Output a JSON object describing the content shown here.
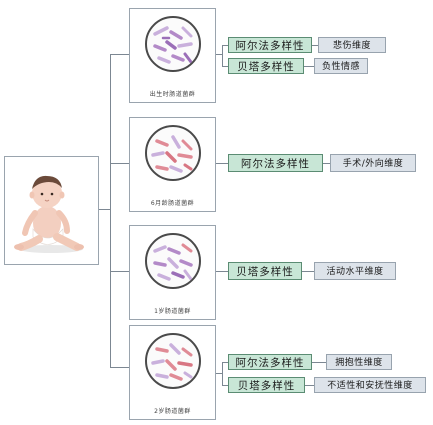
{
  "stages": [
    {
      "caption": "出生时肠道菌群",
      "tags": [
        {
          "label": "阿尔法多样性",
          "descriptor": "悲伤维度"
        },
        {
          "label": "贝塔多样性",
          "descriptor": "负性情感"
        }
      ]
    },
    {
      "caption": "6月龄肠道菌群",
      "tags": [
        {
          "label": "阿尔法多样性",
          "descriptor": "手术/外向维度"
        }
      ]
    },
    {
      "caption": "1岁肠道菌群",
      "tags": [
        {
          "label": "贝塔多样性",
          "descriptor": "活动水平维度"
        }
      ]
    },
    {
      "caption": "2岁肠道菌群",
      "tags": [
        {
          "label": "阿尔法多样性",
          "descriptor": "拥抱性维度"
        },
        {
          "label": "贝塔多样性",
          "descriptor": "不适性和安抚性维度"
        }
      ]
    }
  ],
  "colors": {
    "tag_green": "#c8e6d6",
    "tag_gray": "#dde3ea",
    "bacteria_purple": "#b38ac8",
    "bacteria_pink": "#e08b96",
    "bacteria_lavender": "#c9b0dc"
  },
  "icons": [
    "baby-illustration",
    "gut-bacteria-icon"
  ]
}
